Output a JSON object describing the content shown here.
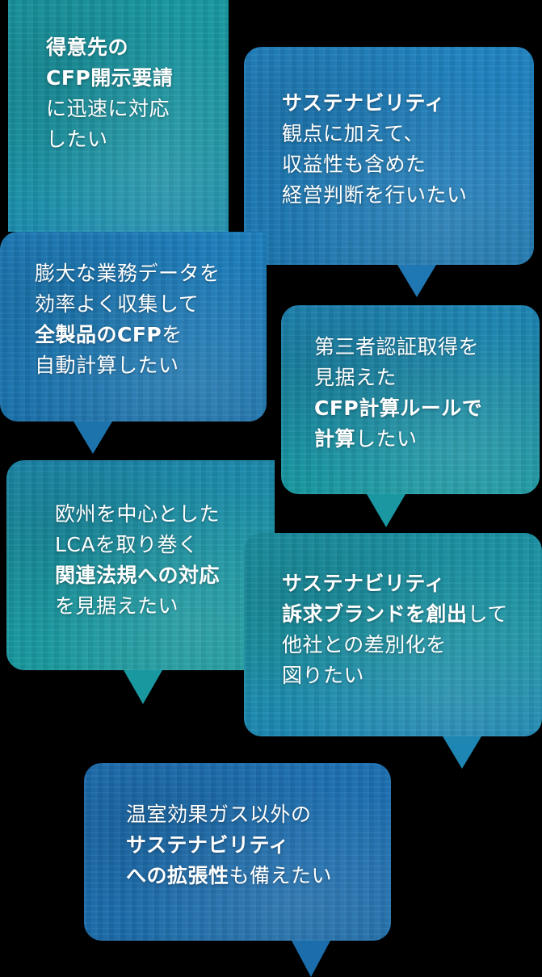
{
  "colors": {
    "background": "#000000",
    "teal": "#1a9aa3",
    "blue": "#2285c3",
    "text": "#ffffff"
  },
  "bubbles": [
    {
      "id": "b1",
      "lines": [
        {
          "segments": [
            {
              "text": "得意先の",
              "bold": true
            }
          ]
        },
        {
          "segments": [
            {
              "text": "CFP開示要請",
              "bold": true
            }
          ]
        },
        {
          "segments": [
            {
              "text": "に迅速に対応",
              "bold": false
            }
          ]
        },
        {
          "segments": [
            {
              "text": "したい",
              "bold": false
            }
          ]
        }
      ]
    },
    {
      "id": "b2",
      "lines": [
        {
          "segments": [
            {
              "text": "サステナビリティ",
              "bold": true
            }
          ]
        },
        {
          "segments": [
            {
              "text": "観点に加えて、",
              "bold": false
            }
          ]
        },
        {
          "segments": [
            {
              "text": "収益性も含めた",
              "bold": false
            }
          ]
        },
        {
          "segments": [
            {
              "text": "経営判断を行いたい",
              "bold": false
            }
          ]
        }
      ]
    },
    {
      "id": "b3",
      "lines": [
        {
          "segments": [
            {
              "text": "膨大な業務データを",
              "bold": false
            }
          ]
        },
        {
          "segments": [
            {
              "text": "効率よく収集して",
              "bold": false
            }
          ]
        },
        {
          "segments": [
            {
              "text": "全製品のCFP",
              "bold": true
            },
            {
              "text": "を",
              "bold": false
            }
          ]
        },
        {
          "segments": [
            {
              "text": "自動計算したい",
              "bold": false
            }
          ]
        }
      ]
    },
    {
      "id": "b4",
      "lines": [
        {
          "segments": [
            {
              "text": "第三者認証取得を",
              "bold": false
            }
          ]
        },
        {
          "segments": [
            {
              "text": "見据えた",
              "bold": false
            }
          ]
        },
        {
          "segments": [
            {
              "text": "CFP計算ルールで",
              "bold": true
            }
          ]
        },
        {
          "segments": [
            {
              "text": "計算",
              "bold": true
            },
            {
              "text": "したい",
              "bold": false
            }
          ]
        }
      ]
    },
    {
      "id": "b5",
      "lines": [
        {
          "segments": [
            {
              "text": "欧州を中心とした",
              "bold": false
            }
          ]
        },
        {
          "segments": [
            {
              "text": "LCAを取り巻く",
              "bold": false
            }
          ]
        },
        {
          "segments": [
            {
              "text": "関連法規への対応",
              "bold": true
            }
          ]
        },
        {
          "segments": [
            {
              "text": "を見据えたい",
              "bold": false
            }
          ]
        }
      ]
    },
    {
      "id": "b6",
      "lines": [
        {
          "segments": [
            {
              "text": "サステナビリティ",
              "bold": true
            }
          ]
        },
        {
          "segments": [
            {
              "text": "訴求ブランドを創出",
              "bold": true
            },
            {
              "text": "して",
              "bold": false
            }
          ]
        },
        {
          "segments": [
            {
              "text": "他社との差別化を",
              "bold": false
            }
          ]
        },
        {
          "segments": [
            {
              "text": "図りたい",
              "bold": false
            }
          ]
        }
      ]
    },
    {
      "id": "b7",
      "lines": [
        {
          "segments": [
            {
              "text": "温室効果ガス以外の",
              "bold": false
            }
          ]
        },
        {
          "segments": [
            {
              "text": "サステナビリティ",
              "bold": true
            }
          ]
        },
        {
          "segments": [
            {
              "text": "への拡張性",
              "bold": true
            },
            {
              "text": "も備えたい",
              "bold": false
            }
          ]
        }
      ]
    }
  ]
}
